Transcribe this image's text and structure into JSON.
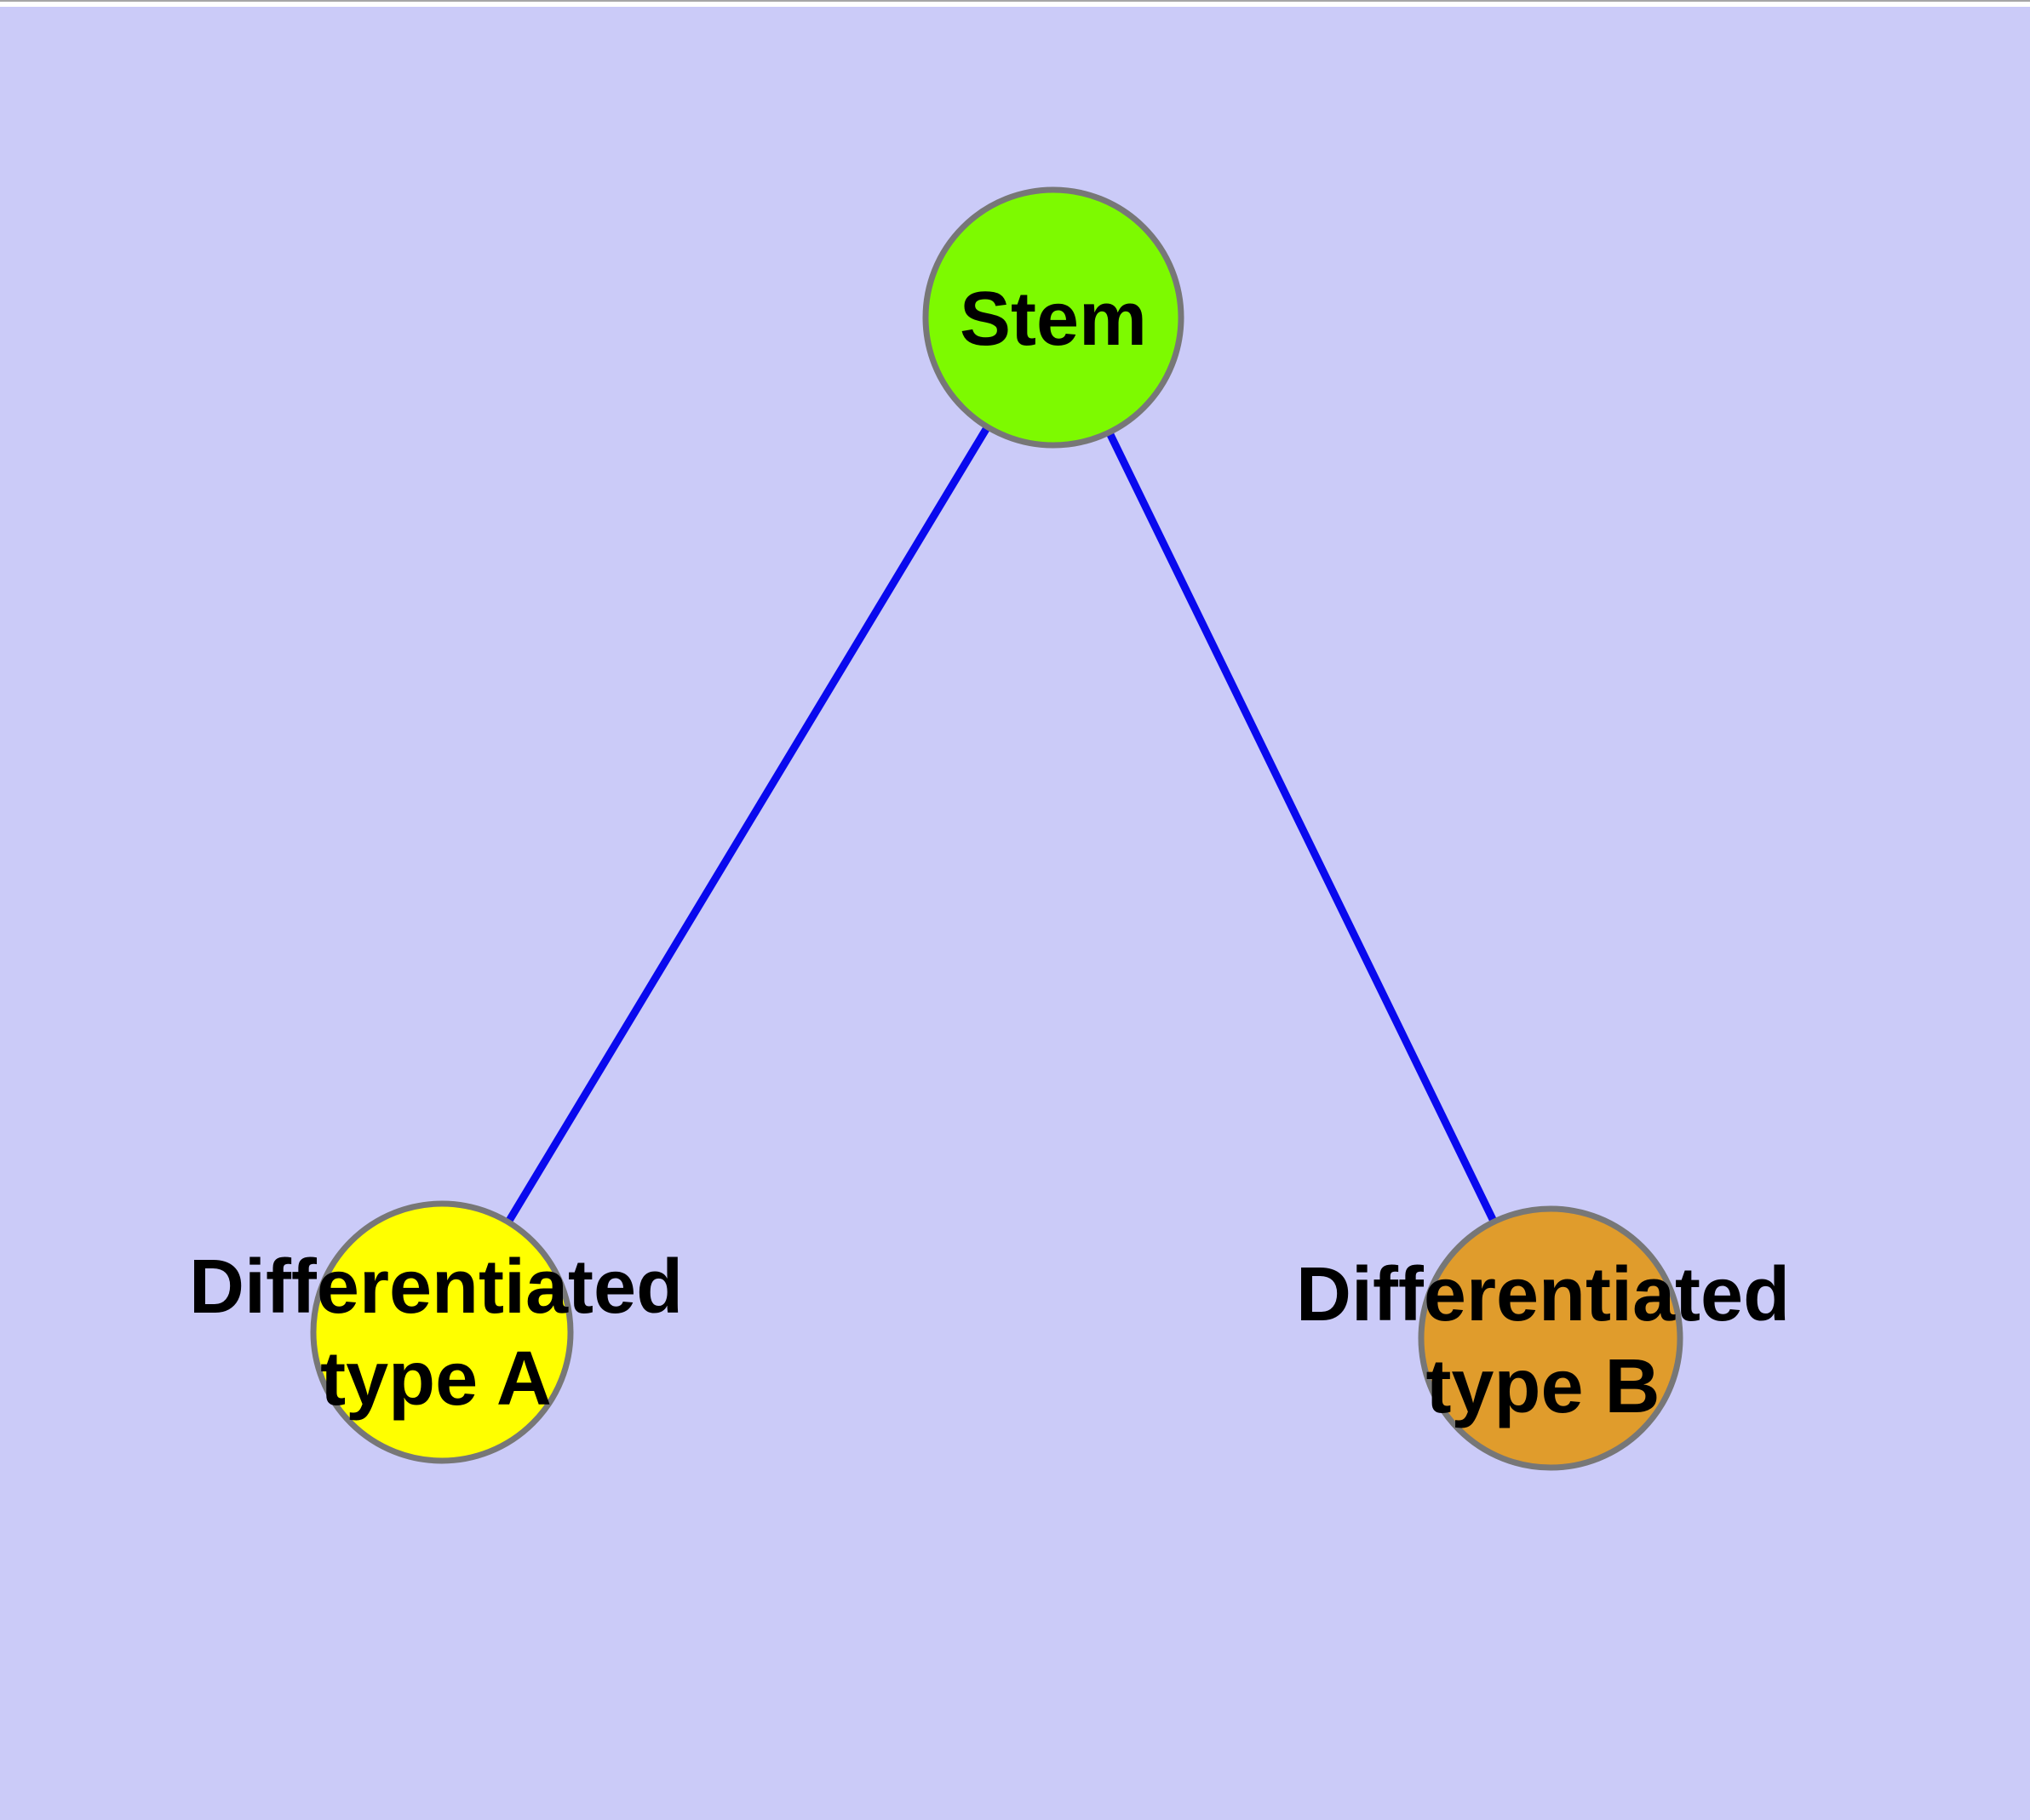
{
  "colors": {
    "background": "#CBCBF8",
    "top_strip": "#FFFFFF",
    "top_line": "#A6A6A6",
    "edge": "#0909EE",
    "node_border": "#777777",
    "stem_fill": "#7DFA00",
    "type_a_fill": "#FFFF00",
    "type_b_fill": "#E09C2C",
    "label_text": "#000000"
  },
  "nodes": {
    "stem": {
      "label": "Stem"
    },
    "type_a": {
      "lines": [
        "Differentiated",
        "type A"
      ]
    },
    "type_b": {
      "lines": [
        "Differentiated",
        "type B"
      ]
    }
  },
  "edges": [
    {
      "from": "Stem",
      "to": "Differentiated type A"
    },
    {
      "from": "Stem",
      "to": "Differentiated type B"
    }
  ]
}
